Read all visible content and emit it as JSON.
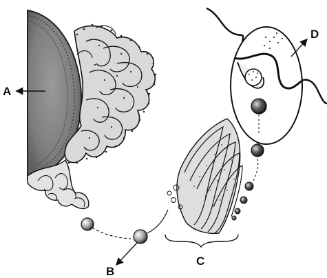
{
  "labels": {
    "a": "A",
    "b": "B",
    "c": "C",
    "d": "D"
  },
  "colors": {
    "ink": "#111111",
    "background": "#ffffff",
    "nucleus_fill": "#8c8c8c",
    "membrane_fill": "#d9d9d9",
    "ribosome": "#222222"
  },
  "icons": {
    "arrow": "arrowhead"
  }
}
